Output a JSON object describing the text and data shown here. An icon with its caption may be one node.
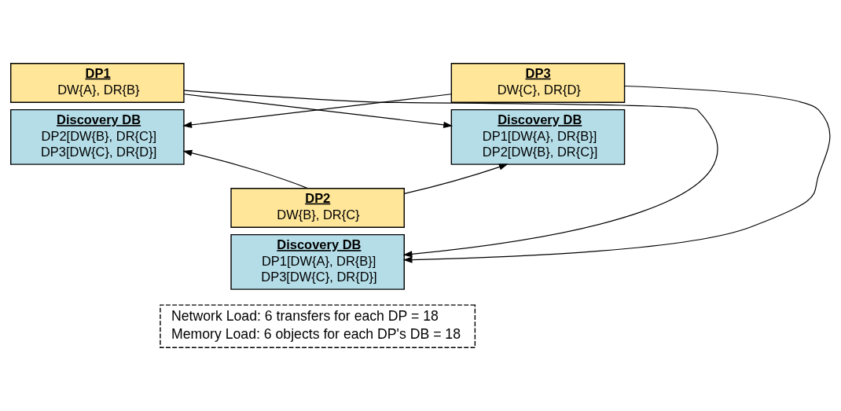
{
  "diagram": {
    "nodes": [
      {
        "text": [
          "DP1",
          "DW{A}, DR{B}"
        ]
      },
      {
        "text": [
          "Discovery DB",
          "DP2[DW{B}, DR{C}]",
          "DP3[DW{C}, DR{D}]"
        ]
      },
      {
        "text": [
          "DP3",
          "DW{C}, DR{D}"
        ]
      },
      {
        "text": [
          "Discovery DB",
          "DP1[DW{A}, DR{B}]",
          "DP2[DW{B}, DR{C}]"
        ]
      },
      {
        "text": [
          "DP2",
          "DW{B}, DR{C}"
        ]
      },
      {
        "text": [
          "Discovery DB",
          "DP1[DW{A}, DR{B}]",
          "DP3[DW{C}, DR{D}]"
        ]
      },
      {
        "text": [
          "Network Load: 6 transfers for each DP = 18",
          "Memory Load: 6 objects for each DP's DB = 18"
        ]
      }
    ],
    "edges": [
      {
        "from": 0,
        "to": 3,
        "arrow": "to"
      },
      {
        "from": 2,
        "to": 1,
        "arrow": "to"
      },
      {
        "from": 0,
        "to": 5,
        "arrow": "to"
      },
      {
        "from": 2,
        "to": 5,
        "arrow": "to"
      },
      {
        "from": 4,
        "to": 1,
        "arrow": "to"
      },
      {
        "from": 4,
        "to": 3,
        "arrow": "to"
      }
    ]
  }
}
